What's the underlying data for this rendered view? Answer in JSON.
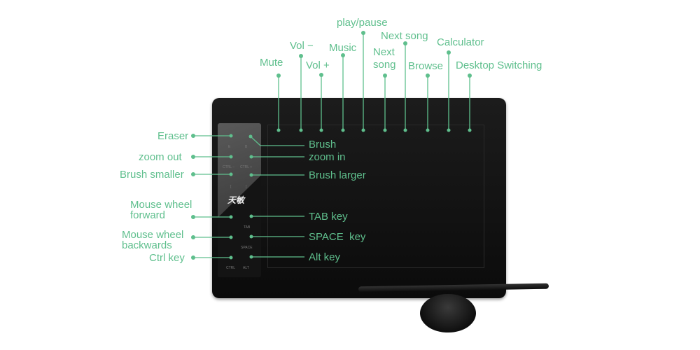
{
  "top_labels": {
    "mute": "Mute",
    "vol_minus": "Vol −",
    "vol_plus": "Vol +",
    "music": "Music",
    "play_pause": "play/pause",
    "next_song_1a": "Next",
    "next_song_1b": "song",
    "next_song_2": "Next song",
    "browse": "Browse",
    "calculator": "Calculator",
    "desktop_switching": "Desktop Switching"
  },
  "left_labels": {
    "eraser": "Eraser",
    "zoom_out": "zoom out",
    "brush_smaller": "Brush smaller",
    "wheel_forward_a": "Mouse wheel",
    "wheel_forward_b": "forward",
    "wheel_back_a": "Mouse wheel",
    "wheel_back_b": "backwards",
    "ctrl_key": "Ctrl key"
  },
  "right_labels": {
    "brush": "Brush",
    "zoom_in": "zoom in",
    "brush_larger": "Brush larger",
    "tab_key": "TAB key",
    "space_key": "SPACE  key",
    "alt_key": "Alt key"
  },
  "tablet": {
    "brand": "天敏",
    "keys": {
      "e": "E",
      "b": "B",
      "ctrl_minus": "CTRL −",
      "ctrl_plus": "CTRL +",
      "bracket_l": "[",
      "bracket_r": "]",
      "tab": "TAB",
      "space": "SPACE",
      "ctrl": "CTRL",
      "alt": "ALT"
    }
  },
  "colors": {
    "accent": "#5fbf8d"
  }
}
